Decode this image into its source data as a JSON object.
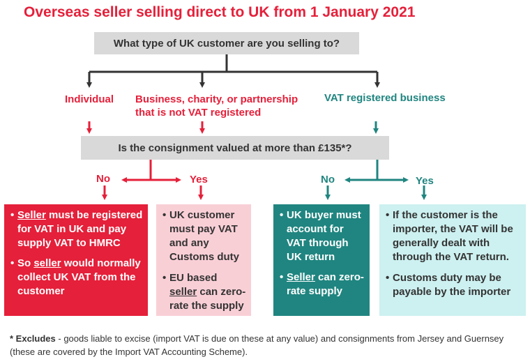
{
  "title": "Overseas seller selling direct to UK from 1 January 2021",
  "question1": "What type of UK customer are you selling to?",
  "options": {
    "individual": "Individual",
    "business_line1": "Business, charity, or partnership",
    "business_line2": "that is not VAT registered",
    "vat_registered": "VAT registered business"
  },
  "question2": "Is the consignment valued at more than £135*?",
  "branches": {
    "left_no": "No",
    "left_yes": "Yes",
    "right_no": "No",
    "right_yes": "Yes"
  },
  "outcomes": {
    "left_no": {
      "bullet1_word": "Seller",
      "bullet1_rest": " must be registered for VAT in UK and pay supply VAT to HMRC",
      "bullet2_pre": "So ",
      "bullet2_word": "seller",
      "bullet2_rest": " would normally collect UK VAT from the customer"
    },
    "left_yes": {
      "bullet1": "UK customer must pay VAT and any Customs duty",
      "bullet2_pre": "EU based ",
      "bullet2_word": "seller",
      "bullet2_rest": " can zero-rate the supply"
    },
    "right_no": {
      "bullet1": "UK buyer must account for VAT through UK return",
      "bullet2_word": "Seller",
      "bullet2_rest": " can zero-rate supply"
    },
    "right_yes": {
      "bullet1": "If the customer is the importer, the VAT will be generally dealt with through the VAT return.",
      "bullet2": "Customs duty may be payable by the importer"
    }
  },
  "footnote": {
    "bold": "* Excludes",
    "text": " - goods liable to excise (import VAT is due on these at any value) and consignments from Jersey and Guernsey (these are covered by the Import VAT Accounting Scheme)."
  },
  "colors": {
    "red": "#e5203a",
    "teal": "#208580",
    "dark": "#333333",
    "grey": "#d9d9d9",
    "pink": "#f9cfd6",
    "cyan": "#cdf0f0"
  }
}
